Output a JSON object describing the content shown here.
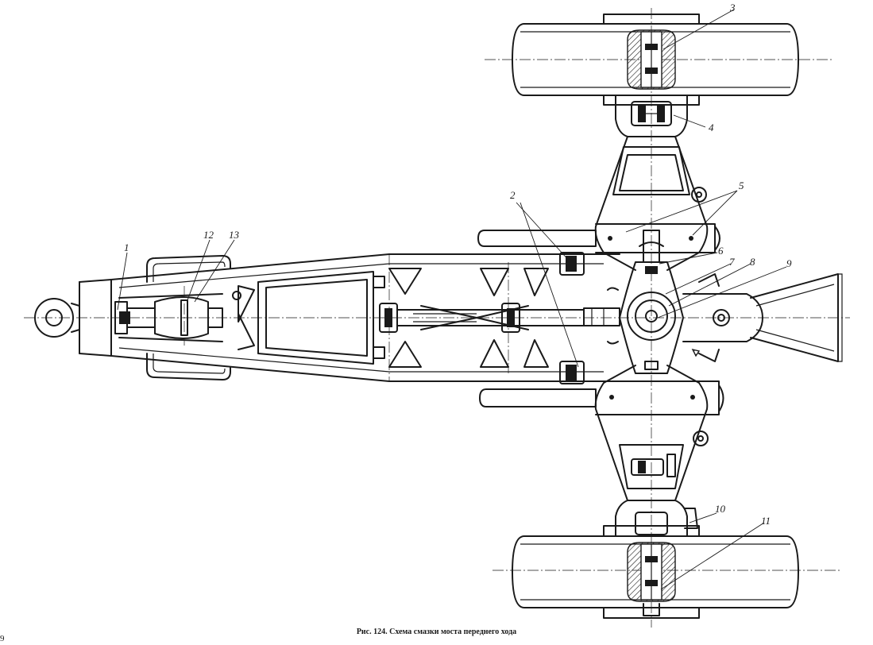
{
  "figure": {
    "caption": "Рис. 124. Схема смазки моста переднего хода",
    "corner_mark": "9"
  },
  "callouts": [
    {
      "id": "1",
      "text": "1"
    },
    {
      "id": "2",
      "text": "2"
    },
    {
      "id": "3",
      "text": "3"
    },
    {
      "id": "4",
      "text": "4"
    },
    {
      "id": "5",
      "text": "5"
    },
    {
      "id": "6",
      "text": "6"
    },
    {
      "id": "7",
      "text": "7"
    },
    {
      "id": "8",
      "text": "8"
    },
    {
      "id": "9",
      "text": "9"
    },
    {
      "id": "10",
      "text": "10"
    },
    {
      "id": "11",
      "text": "11"
    },
    {
      "id": "12",
      "text": "12"
    },
    {
      "id": "13",
      "text": "13"
    }
  ]
}
